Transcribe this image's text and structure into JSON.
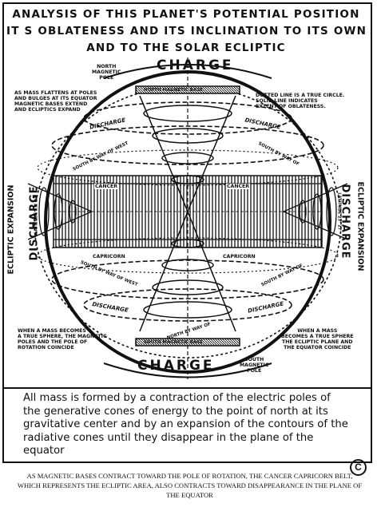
{
  "title": {
    "line1": "ANALYSIS OF THIS PLANET'S  POTENTIAL POSITION",
    "line2": "IT S  OBLATENESS AND ITS INCLINATION TO ITS OWN",
    "line3": "AND TO THE SOLAR ECLIPTIC"
  },
  "labels": {
    "charge_top": "CHARGE",
    "charge_bottom": "CHARGE",
    "north_pole": "NORTH\nMAGNETIC\nPOLE",
    "south_pole": "SOUTH\nMAGNETIC\nPOLE",
    "north_base": "NORTH MAGNETIC BASE",
    "south_base": "SOUTH MAGNETIC BASE",
    "note_left_top": "AS MASS FLATTENS AT POLES\nAND BULGES AT ITS EQUATOR\nMAGNETIC BASES EXTEND\nAND ECLIPTICS EXPAND",
    "note_right_top": "DOTTED LINE IS A TRUE CIRCLE.\nSOLID LINE INDICATES\nEXTENT OF OBLATENESS.",
    "note_left_bottom": "WHEN A MASS BECOMES\nA TRUE SPHERE, THE MAGNETIC\nPOLES AND THE POLE OF\nROTATION COINCIDE",
    "note_right_bottom": "WHEN A MASS\nBECOMES A TRUE SPHERE\nTHE ECLIPTIC PLANE AND\nTHE EQUATOR COINCIDE",
    "discharge_ul": "DISCHARGE",
    "discharge_ur": "DISCHARGE",
    "discharge_ll": "DISCHARGE",
    "discharge_lr": "DISCHARGE",
    "sow_ur": "SOUTH BY WAY OF",
    "sow_ul": "SOUTH BY WAY OF WEST",
    "sow_ll": "SOUTH BY WAY OF WEST",
    "sow_lr": "SOUTH BY WAY OF",
    "north_way": "NORTH BY WAY OF",
    "cancer_l": "CANCER",
    "cancer_r": "CANCER",
    "capricorn_l": "CAPRICORN",
    "capricorn_r": "CAPRICORN",
    "side_left_outer": "ECLIPTIC EXPANSION",
    "side_left_inner": "DISCHARGE",
    "side_right_outer": "ECLIPTIC EXPANSION",
    "side_right_inner": "DISCHARGE",
    "latitude_left": "LATITUDE 23° 27'",
    "latitude_right": "LATITUDE 23° 27'"
  },
  "caption": "All mass is formed by a contraction of the electric poles of the generative cones of energy to the point of north at its gravitative center and by an expansion of the contours of the radiative cones until they disappear in the plane of the equator",
  "copyright_symbol": "C",
  "footer": "AS MAGNETIC BASES CONTRACT TOWARD THE POLE OF ROTATION, THE CANCER CAPRICORN BELT, WHICH REPRESENTS THE ECLIPTIC AREA, ALSO CONTRACTS TOWARD DISAPPEARANCE IN THE PLANE OF THE EQUATOR"
}
